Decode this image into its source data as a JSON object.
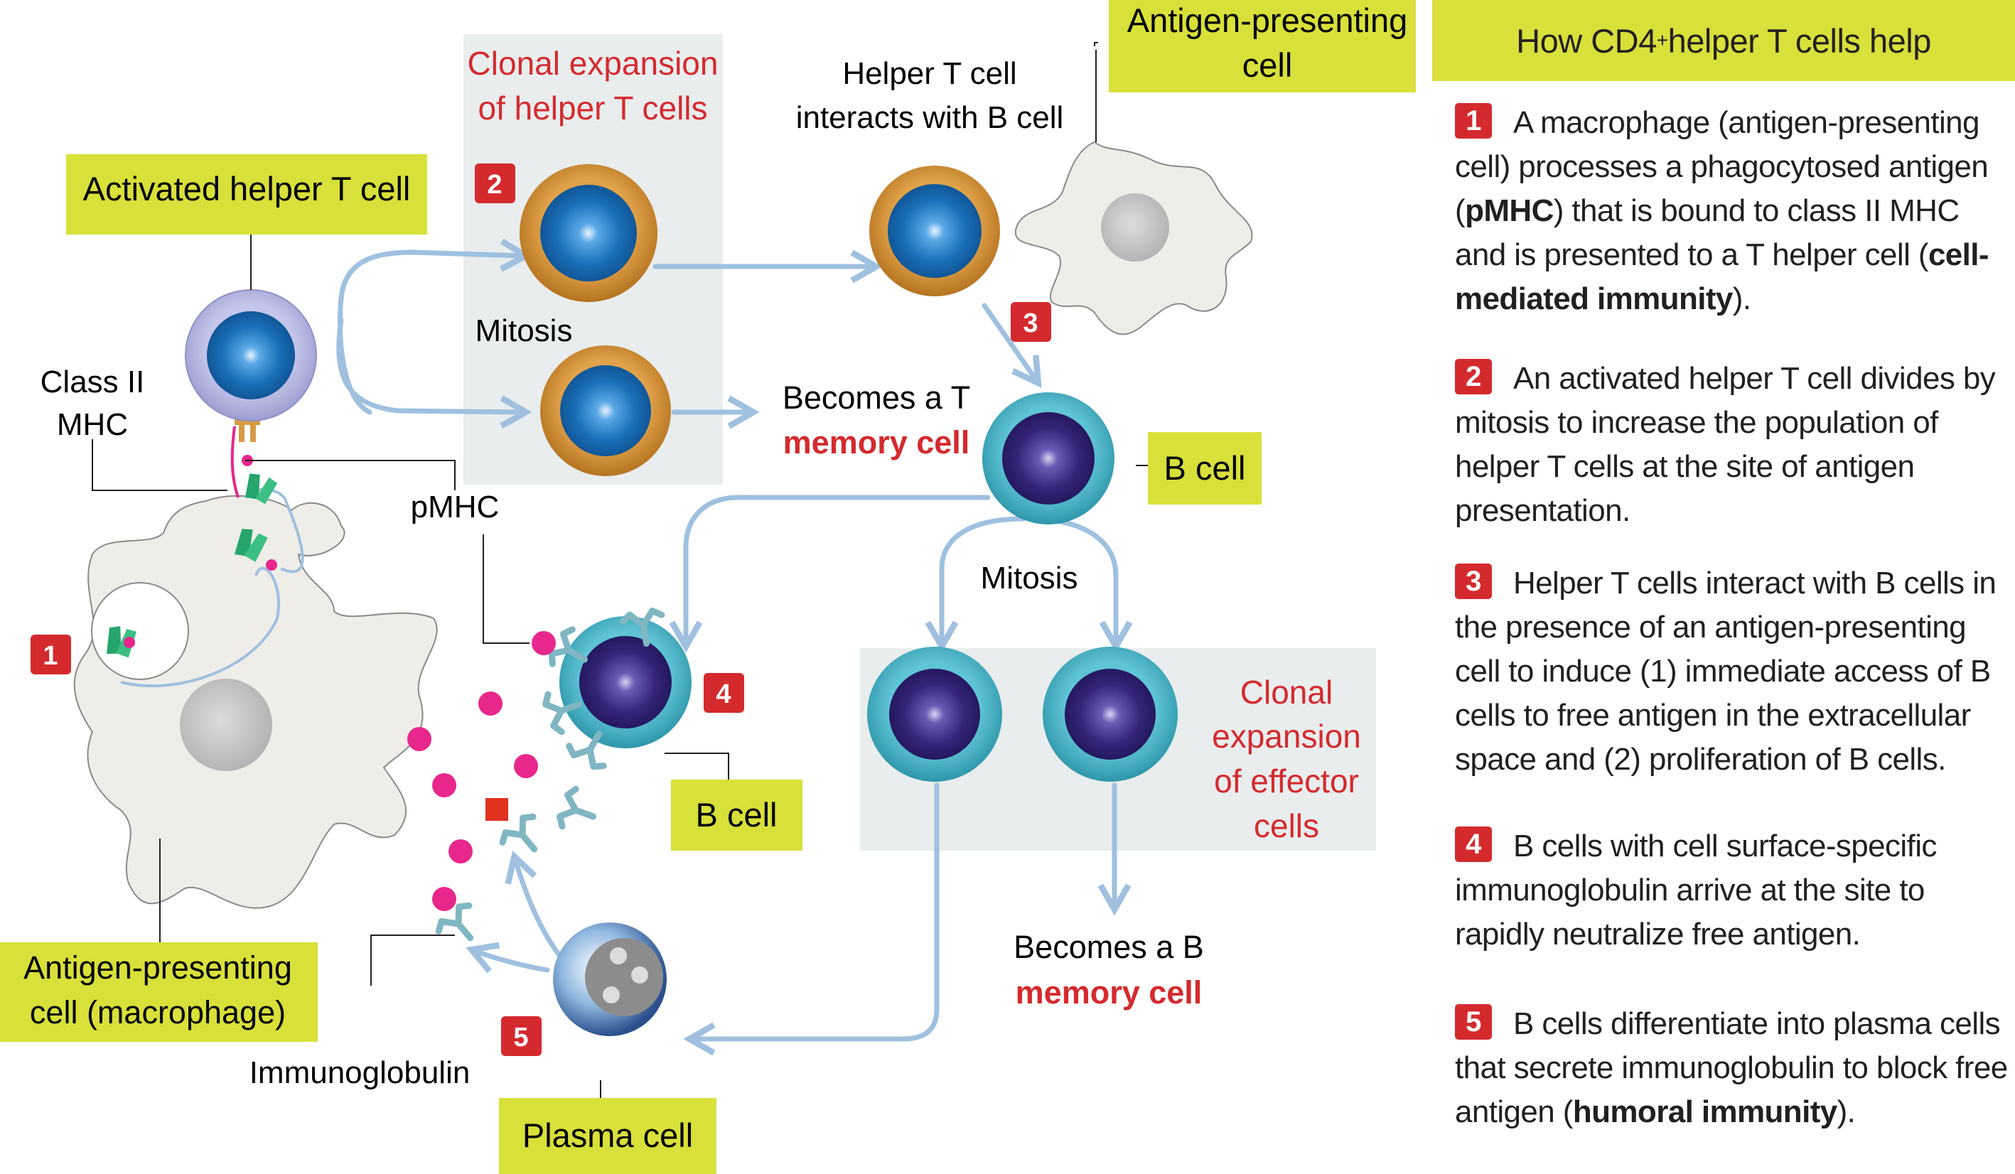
{
  "labels": {
    "activated_helper_t_cell": "Activated helper T cell",
    "class_ii_mhc_line1": "Class II",
    "class_ii_mhc_line2": "MHC",
    "pmhc": "pMHC",
    "apc_macrophage_line1": "Antigen-presenting",
    "apc_macrophage_line2": "cell (macrophage)",
    "immunoglobulin": "Immunoglobulin",
    "plasma_cell": "Plasma cell",
    "clonal_expansion_helper_line1": "Clonal expansion",
    "clonal_expansion_helper_line2": "of helper T cells",
    "mitosis_t": "Mitosis",
    "helper_interacts_line1": "Helper T cell",
    "helper_interacts_line2": "interacts with B cell",
    "becomes_t_line1": "Becomes a T",
    "becomes_t_line2": "memory cell",
    "apc_top_line1": "Antigen-presenting",
    "apc_top_line2": "cell",
    "b_cell_top": "B cell",
    "b_cell_mid": "B cell",
    "mitosis_b": "Mitosis",
    "clonal_expansion_effector_line1": "Clonal",
    "clonal_expansion_effector_line2": "expansion",
    "clonal_expansion_effector_line3": "of effector",
    "clonal_expansion_effector_line4": "cells",
    "becomes_b_line1": "Becomes a B",
    "becomes_b_line2": "memory cell"
  },
  "badges": {
    "b1": "1",
    "b2": "2",
    "b3": "3",
    "b4": "4",
    "b5": "5"
  },
  "panel": {
    "title_pre": "How CD4",
    "title_sup": "+",
    "title_post": " helper T cells help",
    "steps": [
      {
        "num": "1",
        "t1": "A macrophage (antigen-presenting cell) processes a phagocytosed antigen (",
        "b1": "pMHC",
        "t2": ") that is  bound to class II MHC and is presented to a T helper cell (",
        "b2": "cell-mediated immunity",
        "t3": ")."
      },
      {
        "num": "2",
        "t1": "An activated helper T cell divides by mitosis to increase the population of helper T cells at the site of antigen presentation.",
        "b1": "",
        "t2": "",
        "b2": "",
        "t3": ""
      },
      {
        "num": "3",
        "t1": "Helper T cells interact with B cells in the presence of an antigen-presenting cell to induce (1) immediate access of B cells to free antigen in the extracellular space and (2) proliferation of B cells.",
        "b1": "",
        "t2": "",
        "b2": "",
        "t3": ""
      },
      {
        "num": "4",
        "t1": "B cells with cell surface-specific immunoglobulin arrive at the site to rapidly neutralize free antigen.",
        "b1": "",
        "t2": "",
        "b2": "",
        "t3": ""
      },
      {
        "num": "5",
        "t1": "B cells differentiate into plasma cells that secrete immunoglobulin to block free antigen (",
        "b1": "humoral immunity",
        "t2": ").",
        "b2": "",
        "t3": ""
      }
    ]
  },
  "colors": {
    "label_box": "#d8e03a",
    "badge_red": "#d42a2e",
    "red_text": "#d42a2e",
    "arrow_blue": "#9fc0df",
    "t_cell_ring": "#c8852b",
    "t_cell_nucleus": "#1a6fb8",
    "b_cell_ring": "#4bb3c6",
    "b_cell_nucleus": "#35257a",
    "macrophage_fill": "#efede8",
    "shaded_region": "#e9eded",
    "antigen_dot": "#e8278c",
    "receptor_green": "#25a56b"
  }
}
